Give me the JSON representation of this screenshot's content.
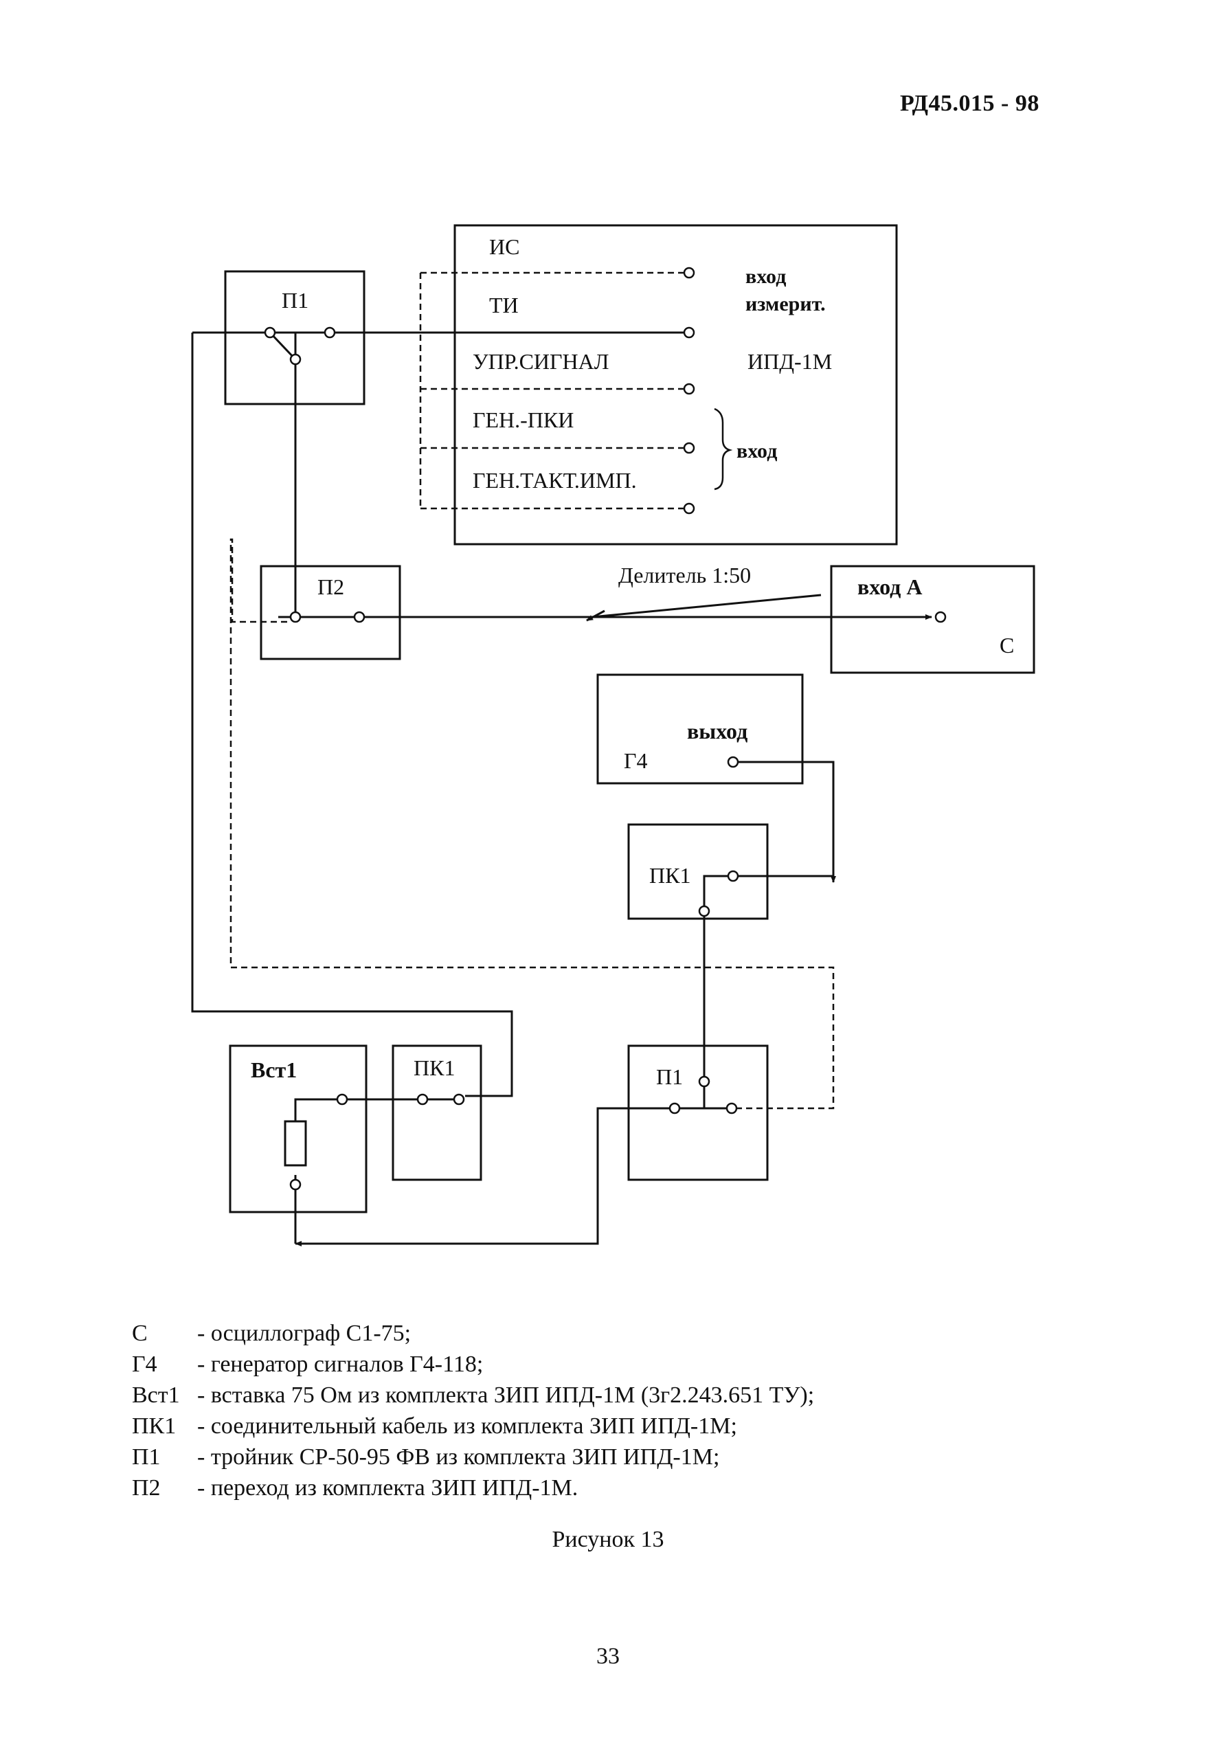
{
  "header": {
    "doc_code": "РД45.015 - 98"
  },
  "diagram": {
    "blocks": {
      "is": {
        "title": "ИС",
        "ti": "ТИ",
        "upr": "УПР.СИГНАЛ",
        "gen_pki": "ГЕН.-ПКИ",
        "gen_takt": "ГЕН.ТАКТ.ИМП.",
        "vhod": "вход",
        "izmerit": "измерит.",
        "ipd": "ИПД-1М",
        "vhod2": "вход"
      },
      "p1_top": "П1",
      "p2": "П2",
      "osc": {
        "input": "вход А",
        "name": "С"
      },
      "divider": "Делитель 1:50",
      "g4": {
        "output": "выход",
        "name": "Г4"
      },
      "pk1_mid": "ПК1",
      "vst1": "Вст1",
      "pk1_bot": "ПК1",
      "p1_bot": "П1"
    }
  },
  "legend": [
    {
      "code": "С",
      "text": "- осциллограф С1-75;"
    },
    {
      "code": "Г4",
      "text": "- генератор сигналов Г4-118;"
    },
    {
      "code": "Вст1",
      "text": "- вставка 75 Ом из комплекта ЗИП ИПД-1М (3г2.243.651 ТУ);"
    },
    {
      "code": "ПК1",
      "text": "- соединительный кабель из комплекта ЗИП ИПД-1М;"
    },
    {
      "code": "П1",
      "text": "- тройник СР-50-95 ФВ из комплекта ЗИП ИПД-1М;"
    },
    {
      "code": "П2",
      "text": "- переход из комплекта ЗИП ИПД-1М."
    }
  ],
  "caption": "Рисунок 13",
  "page_number": "33"
}
